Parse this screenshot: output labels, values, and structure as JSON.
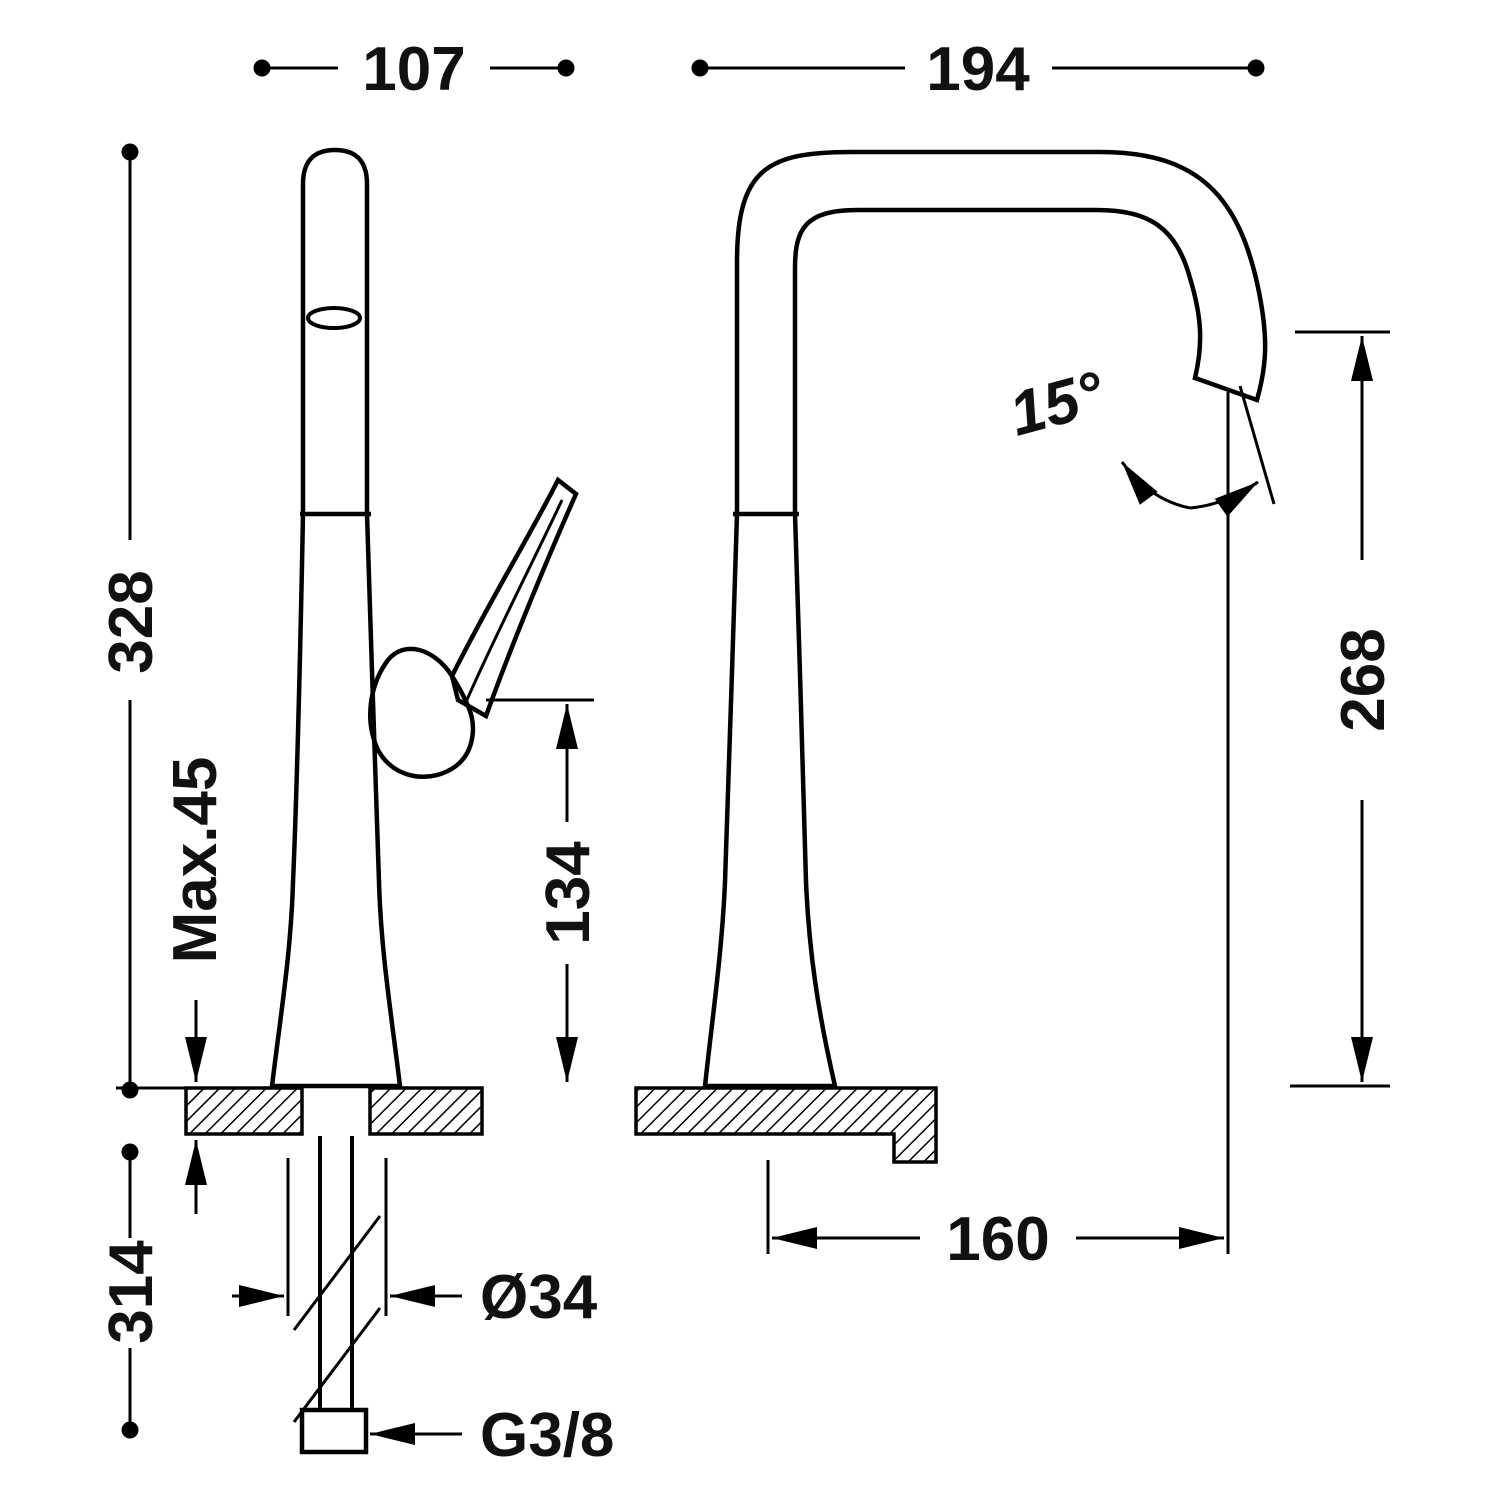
{
  "page": {
    "background": "#ffffff",
    "line_color": "#000000",
    "text_color": "#111111"
  },
  "drawing": {
    "type": "technical-dimension-drawing",
    "subject": "single-lever high-spout sink mixer tap, side view and front view with installation dimensions",
    "units": "mm (implied)",
    "labels": {
      "width_body": "107",
      "width_spout_view": "194",
      "height_overall": "328",
      "max_mounting_thickness": "Max.45",
      "height_to_handle": "134",
      "spout_outlet_height": "268",
      "outlet_angle": "15°",
      "below_deck_length": "314",
      "spout_reach": "160",
      "shank_diameter": "Ø34",
      "supply_connection": "G3/8"
    }
  }
}
